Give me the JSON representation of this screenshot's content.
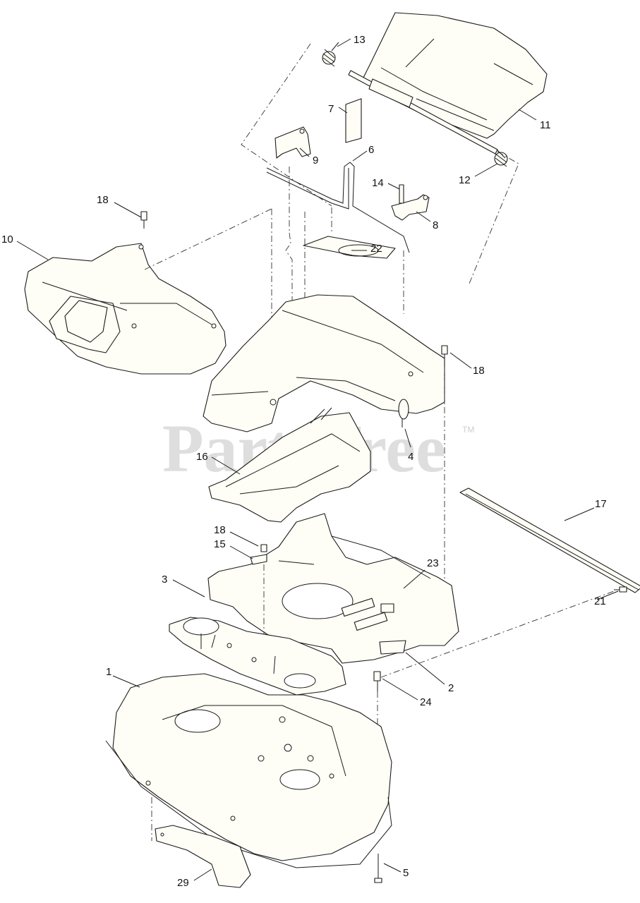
{
  "watermark": {
    "text": "PartsTree",
    "tm": "TM"
  },
  "callouts": [
    {
      "id": "13",
      "label": "13"
    },
    {
      "id": "7",
      "label": "7"
    },
    {
      "id": "11",
      "label": "11"
    },
    {
      "id": "9",
      "label": "9"
    },
    {
      "id": "6",
      "label": "6"
    },
    {
      "id": "12",
      "label": "12"
    },
    {
      "id": "14",
      "label": "14"
    },
    {
      "id": "8",
      "label": "8"
    },
    {
      "id": "18a",
      "label": "18"
    },
    {
      "id": "10",
      "label": "10"
    },
    {
      "id": "22",
      "label": "22"
    },
    {
      "id": "18b",
      "label": "18"
    },
    {
      "id": "4",
      "label": "4"
    },
    {
      "id": "16",
      "label": "16"
    },
    {
      "id": "17",
      "label": "17"
    },
    {
      "id": "18c",
      "label": "18"
    },
    {
      "id": "15",
      "label": "15"
    },
    {
      "id": "3",
      "label": "3"
    },
    {
      "id": "23",
      "label": "23"
    },
    {
      "id": "21",
      "label": "21"
    },
    {
      "id": "2",
      "label": "2"
    },
    {
      "id": "24",
      "label": "24"
    },
    {
      "id": "1",
      "label": "1"
    },
    {
      "id": "29",
      "label": "29"
    },
    {
      "id": "5",
      "label": "5"
    }
  ]
}
